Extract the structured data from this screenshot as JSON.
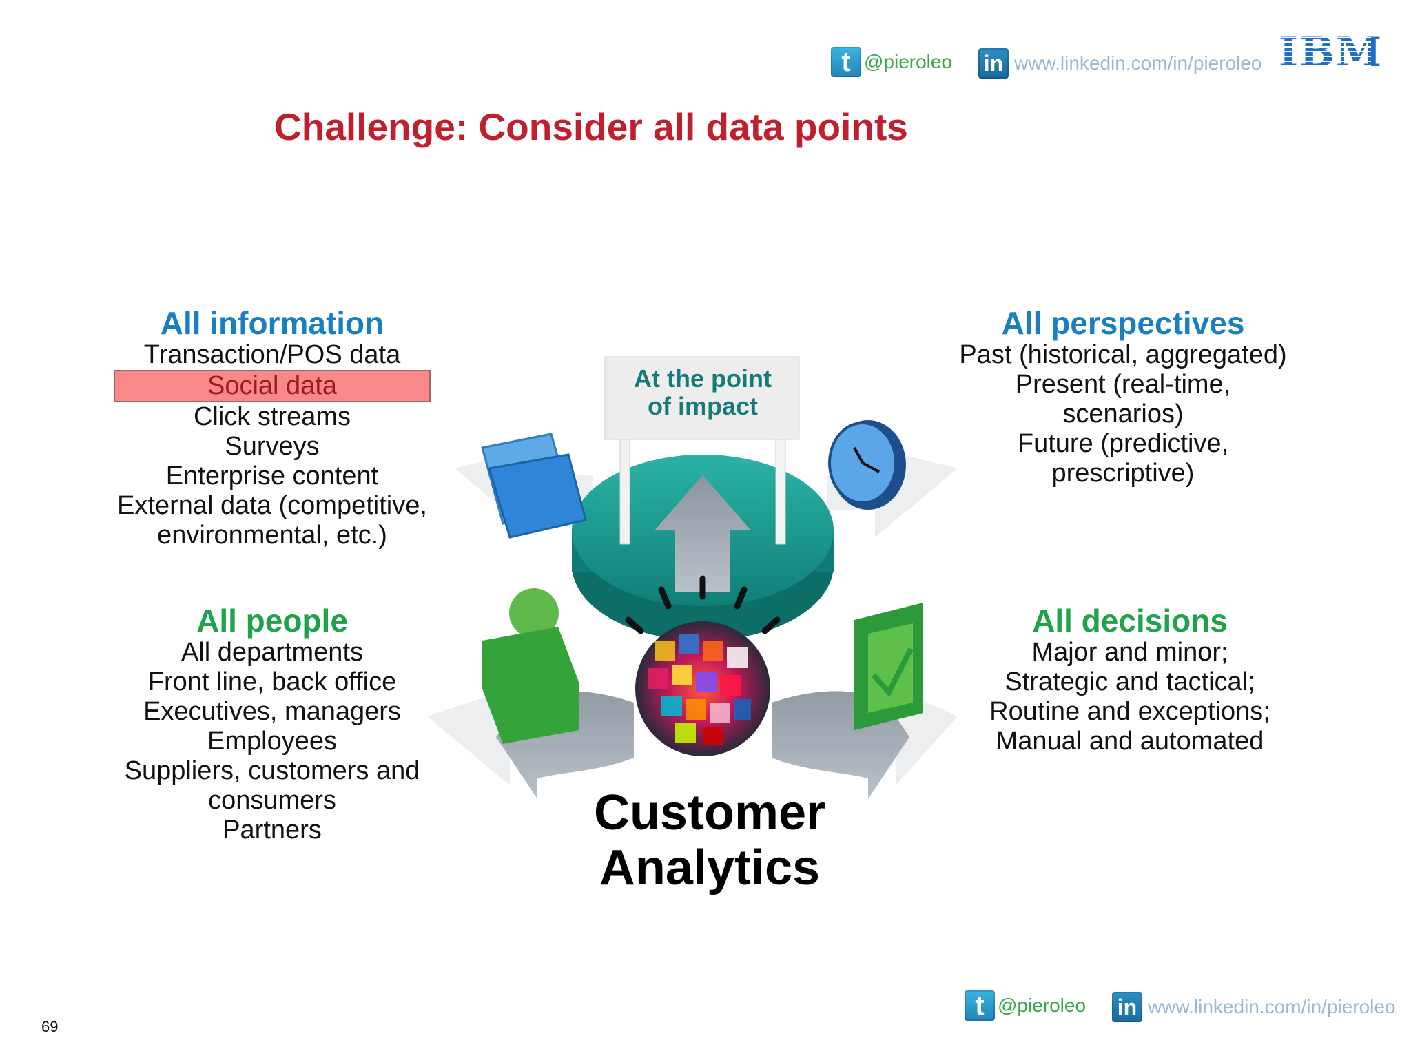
{
  "header": {
    "twitter_handle": "@pieroleo",
    "linkedin_url": "www.linkedin.com/in/pieroleo",
    "ibm_logo": "IBM"
  },
  "title": "Challenge: Consider all data points",
  "info": {
    "heading": "All information",
    "items": [
      "Transaction/POS data",
      "Social data",
      "Click streams",
      "Surveys",
      "Enterprise content",
      "External data (competitive,",
      "environmental, etc.)"
    ]
  },
  "perspectives": {
    "heading": "All perspectives",
    "items": [
      "Past (historical, aggregated)",
      "Present (real-time,",
      "scenarios)",
      "Future (predictive,",
      "prescriptive)"
    ]
  },
  "people": {
    "heading": "All people",
    "items": [
      "All departments",
      "Front line, back office",
      "Executives, managers",
      "Employees",
      "Suppliers, customers and",
      "consumers",
      "Partners"
    ]
  },
  "decisions": {
    "heading": "All decisions",
    "items": [
      "Major and minor;",
      "Strategic and tactical;",
      "Routine and exceptions;",
      "Manual and automated"
    ]
  },
  "center": {
    "sign_line1": "At the point",
    "sign_line2": "of impact",
    "title_line1": "Customer",
    "title_line2": "Analytics"
  },
  "footer": {
    "twitter_handle": "@pieroleo",
    "linkedin_url": "www.linkedin.com/in/pieroleo",
    "page_number": "69"
  },
  "colors": {
    "title": "#c0202e",
    "blue_heading": "#1a7fbf",
    "green_heading": "#1ea24a",
    "highlight": "#f8888a"
  }
}
